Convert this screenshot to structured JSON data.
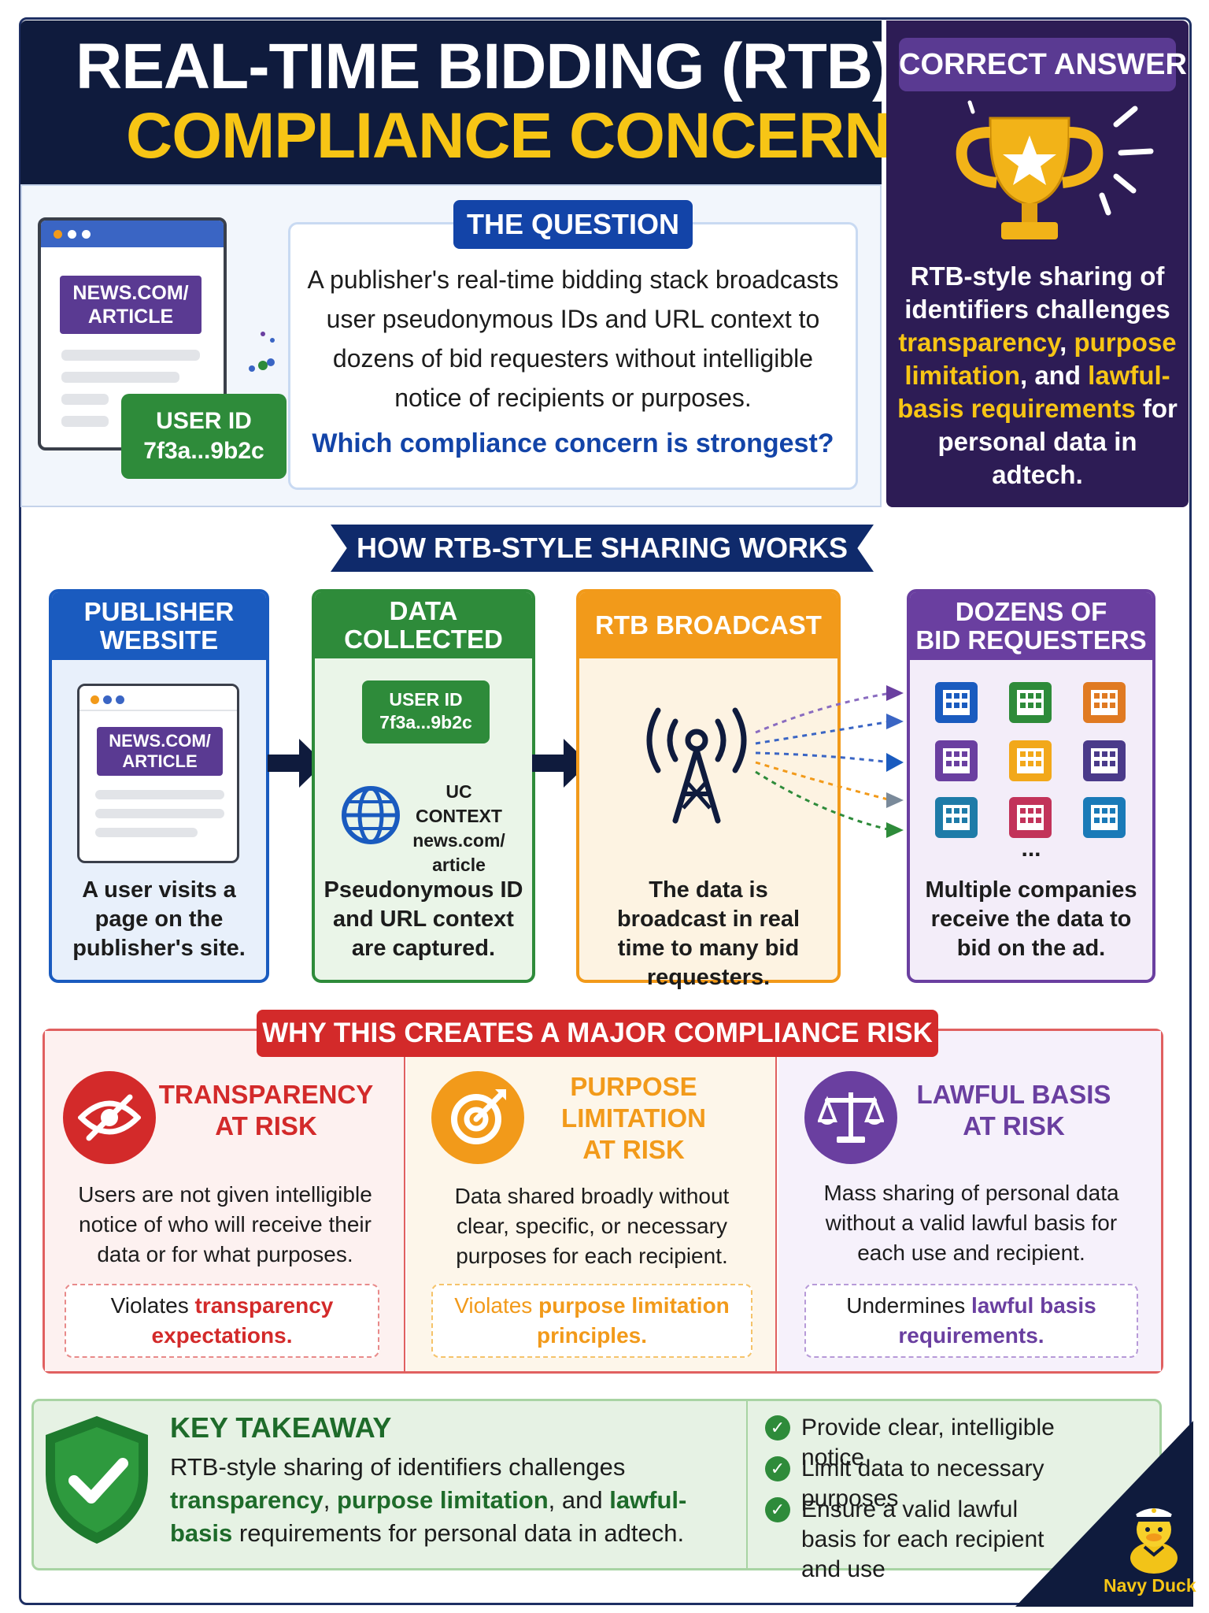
{
  "header": {
    "title_line1": "REAL-TIME BIDDING (RTB)",
    "title_line2": "COMPLIANCE CONCERN"
  },
  "answer": {
    "tag": "CORRECT ANSWER",
    "part1": "RTB-style sharing of identifiers challenges ",
    "hl1": "transparency",
    "sep1": ", ",
    "hl2": "purpose limitation",
    "sep2": ", and ",
    "hl3": "lawful-basis requirements",
    "part2": " for personal data in adtech."
  },
  "question": {
    "tag": "THE QUESTION",
    "text": "A publisher's real-time bidding stack broadcasts user pseudonymous IDs and URL context to dozens of bid requesters without intelligible notice of recipients or purposes.",
    "ask": "Which compliance concern is strongest?",
    "url_label_1": "NEWS.COM/",
    "url_label_2": "ARTICLE",
    "user_id_label": "USER ID",
    "user_id_value": "7f3a...9b2c"
  },
  "flow": {
    "banner": "HOW RTB-STYLE SHARING WORKS",
    "cards": [
      {
        "head_1": "PUBLISHER",
        "head_2": "WEBSITE",
        "desc": "A user visits a page on the publisher's site.",
        "color": "#1a5bbf",
        "bg": "#e8f0fb"
      },
      {
        "head_1": "DATA COLLECTED",
        "head_2": "",
        "desc": "Pseudonymous ID and URL context are captured.",
        "color": "#2e8b3a",
        "bg": "#eaf5e8"
      },
      {
        "head_1": "RTB BROADCAST",
        "head_2": "",
        "desc": "The data is broadcast in real time to many bid requesters.",
        "color": "#f29a1a",
        "bg": "#fdf3e2"
      },
      {
        "head_1": "DOZENS OF",
        "head_2": "BID REQUESTERS",
        "desc": "Multiple companies receive the data to bid on the ad.",
        "color": "#6a3fa0",
        "bg": "#f3edf9"
      }
    ],
    "url_label_1": "NEWS.COM/",
    "url_label_2": "ARTICLE",
    "user_id_label": "USER ID",
    "user_id_value": "7f3a...9b2c",
    "context_line1": "UC CONTEXT",
    "context_line2": "news.com/",
    "context_line3": "article",
    "more": "..."
  },
  "risk": {
    "banner": "WHY THIS CREATES A MAJOR COMPLIANCE RISK",
    "items": [
      {
        "title_1": "TRANSPARENCY",
        "title_2": "AT RISK",
        "title_3": "",
        "text": "Users are not given intelligible notice of who will receive their data or for what purposes.",
        "foot_a": "Violates ",
        "foot_hl": "transparency expectations.",
        "color": "#d32a2a",
        "bg": "#fdf1f0",
        "icon": "eye-slash-icon"
      },
      {
        "title_1": "PURPOSE",
        "title_2": "LIMITATION",
        "title_3": "AT RISK",
        "text": "Data shared broadly without clear, specific, or necessary purposes for each recipient.",
        "foot_a": "Violates ",
        "foot_hl": "purpose limitation principles.",
        "color": "#f29a1a",
        "bg": "#fdf6ea",
        "icon": "target-icon"
      },
      {
        "title_1": "LAWFUL BASIS",
        "title_2": "AT RISK",
        "title_3": "",
        "text": "Mass sharing of personal data without a valid lawful basis for each use and recipient.",
        "foot_a": "Undermines ",
        "foot_hl": "lawful basis requirements.",
        "color": "#6a3fa0",
        "bg": "#f6f1fb",
        "icon": "scales-icon"
      }
    ]
  },
  "takeaway": {
    "title": "KEY TAKEAWAY",
    "t1": "RTB-style sharing of identifiers challenges ",
    "g1": "transparency",
    "t2": ", ",
    "g2": "purpose limitation",
    "t3": ", and ",
    "g3": "lawful-basis",
    "t4": " requirements for personal data in adtech.",
    "checks": [
      "Provide clear, intelligible notice",
      "Limit data to necessary purposes",
      "Ensure a valid lawful basis for each recipient and use"
    ]
  },
  "brand": {
    "name": "Navy Duck"
  }
}
